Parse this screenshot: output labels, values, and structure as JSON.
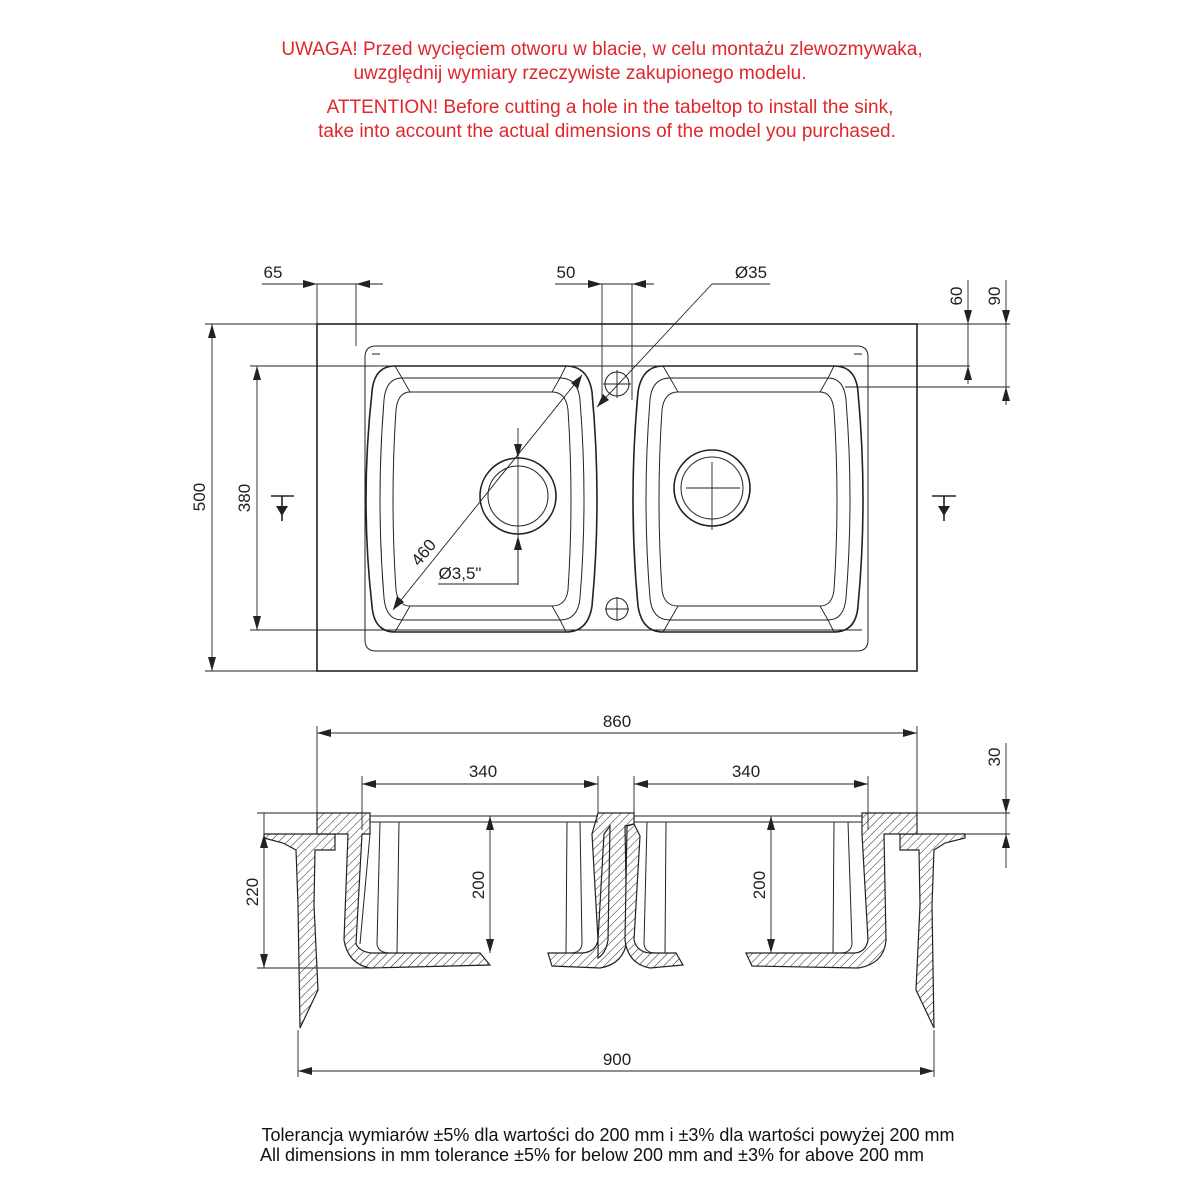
{
  "warning": {
    "pl_line1": "UWAGA! Przed wycięciem otworu w blacie, w celu montażu zlewozmywaka,",
    "pl_line2": "uwzględnij wymiary rzeczywiste zakupionego modelu.",
    "en_line1": "ATTENTION! Before cutting a hole in the tabeltop to install the sink,",
    "en_line2": "take into account the actual dimensions of the model you purchased."
  },
  "top_view": {
    "dim_65": "65",
    "dim_50": "50",
    "dim_d35": "Ø35",
    "dim_60": "60",
    "dim_90": "90",
    "dim_500": "500",
    "dim_380": "380",
    "dim_460": "460",
    "dim_d35in": "Ø3,5\""
  },
  "section_view": {
    "dim_860": "860",
    "dim_340_left": "340",
    "dim_340_right": "340",
    "dim_30": "30",
    "dim_200_left": "200",
    "dim_200_right": "200",
    "dim_220": "220",
    "dim_900": "900"
  },
  "tolerance": {
    "pl": "Tolerancja wymiarów ±5% dla wartości do 200 mm i ±3% dla wartości powyżej 200 mm",
    "en": "All dimensions in mm tolerance ±5% for below 200 mm and ±3% for above 200 mm"
  },
  "colors": {
    "warning_text": "#e0262b",
    "line": "#222222"
  }
}
